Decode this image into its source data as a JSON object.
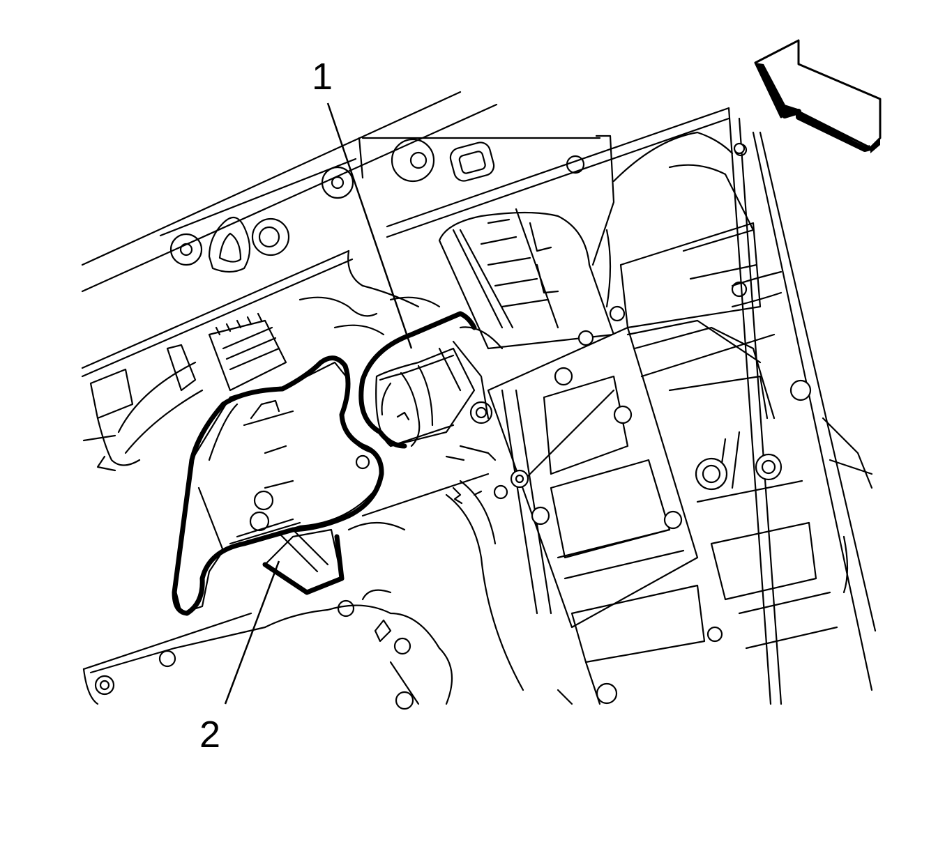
{
  "callouts": [
    {
      "id": "callout-1",
      "label": "1"
    },
    {
      "id": "callout-2",
      "label": "2"
    }
  ],
  "arrow": {
    "icon": "direction-arrow-icon"
  },
  "colors": {
    "line": "#000000",
    "background": "#ffffff"
  }
}
